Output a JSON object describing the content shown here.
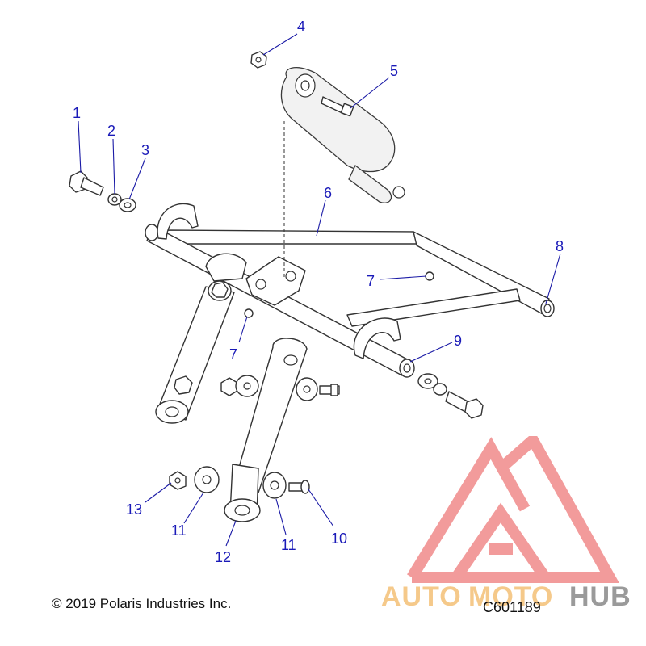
{
  "callouts": [
    {
      "id": "c1",
      "label": "1"
    },
    {
      "id": "c2",
      "label": "2"
    },
    {
      "id": "c3",
      "label": "3"
    },
    {
      "id": "c4",
      "label": "4"
    },
    {
      "id": "c5",
      "label": "5"
    },
    {
      "id": "c6",
      "label": "6"
    },
    {
      "id": "c7a",
      "label": "7"
    },
    {
      "id": "c7b",
      "label": "7"
    },
    {
      "id": "c8",
      "label": "8"
    },
    {
      "id": "c9",
      "label": "9"
    },
    {
      "id": "c10",
      "label": "10"
    },
    {
      "id": "c11a",
      "label": "11"
    },
    {
      "id": "c11b",
      "label": "11"
    },
    {
      "id": "c12",
      "label": "12"
    },
    {
      "id": "c13",
      "label": "13"
    }
  ],
  "footer": {
    "copyright": "© 2019 Polaris Industries Inc.",
    "diagram_code": "C601189"
  },
  "watermark": {
    "text_auto": "AUTO",
    "text_moto": "MOTO",
    "text_hub": "HUB",
    "colors": {
      "auto": "#f5c98a",
      "moto": "#f5c98a",
      "hub": "#9a9a9a",
      "triangle": "#f08a8a"
    }
  },
  "colors": {
    "callout": "#1a1ab8",
    "line": "#333333"
  }
}
